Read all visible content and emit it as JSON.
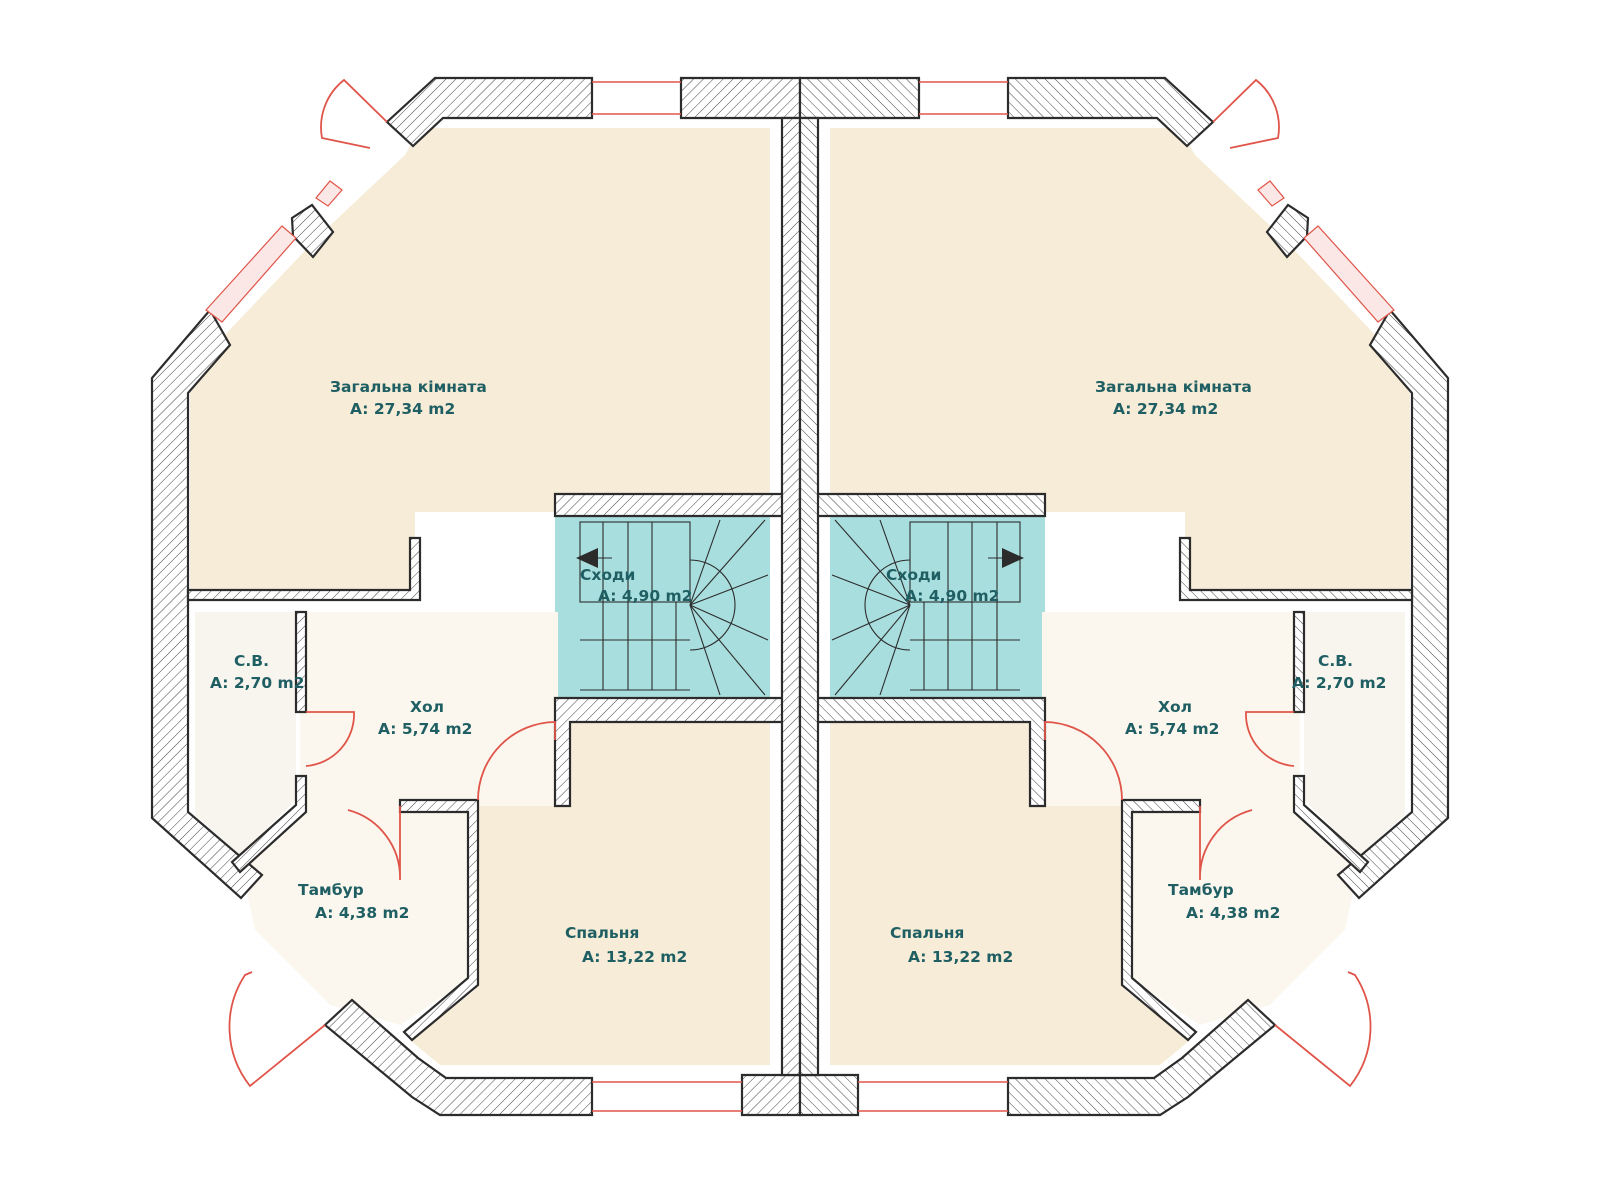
{
  "floor_plan": {
    "left_unit": {
      "living_room": {
        "name": "Загальна кімната",
        "area": "A: 27,34 m2"
      },
      "stairs": {
        "name": "Сходи",
        "area": "A: 4,90 m2"
      },
      "wc": {
        "name": "С.В.",
        "area": "A: 2,70 m2"
      },
      "hall": {
        "name": "Хол",
        "area": "A: 5,74 m2"
      },
      "vestibule": {
        "name": "Тамбур",
        "area": "A: 4,38 m2"
      },
      "bedroom": {
        "name": "Спальня",
        "area": "A: 13,22 m2"
      }
    },
    "right_unit": {
      "living_room": {
        "name": "Загальна кімната",
        "area": "A: 27,34 m2"
      },
      "stairs": {
        "name": "Сходи",
        "area": "A: 4,90 m2"
      },
      "wc": {
        "name": "С.В.",
        "area": "A: 2,70 m2"
      },
      "hall": {
        "name": "Хол",
        "area": "A: 5,74 m2"
      },
      "vestibule": {
        "name": "Тамбур",
        "area": "A: 4,38 m2"
      },
      "bedroom": {
        "name": "Спальня",
        "area": "A: 13,22 m2"
      }
    },
    "colors": {
      "living_floor": "#f6ecd7",
      "bedroom_floor": "#f6ecd7",
      "hall_floor": "#fbf7ee",
      "wet_floor": "#f8f5ee",
      "stairs_floor": "#a9dede",
      "wall_outline": "#2c2c2c",
      "door_window": "#e0554a"
    }
  }
}
